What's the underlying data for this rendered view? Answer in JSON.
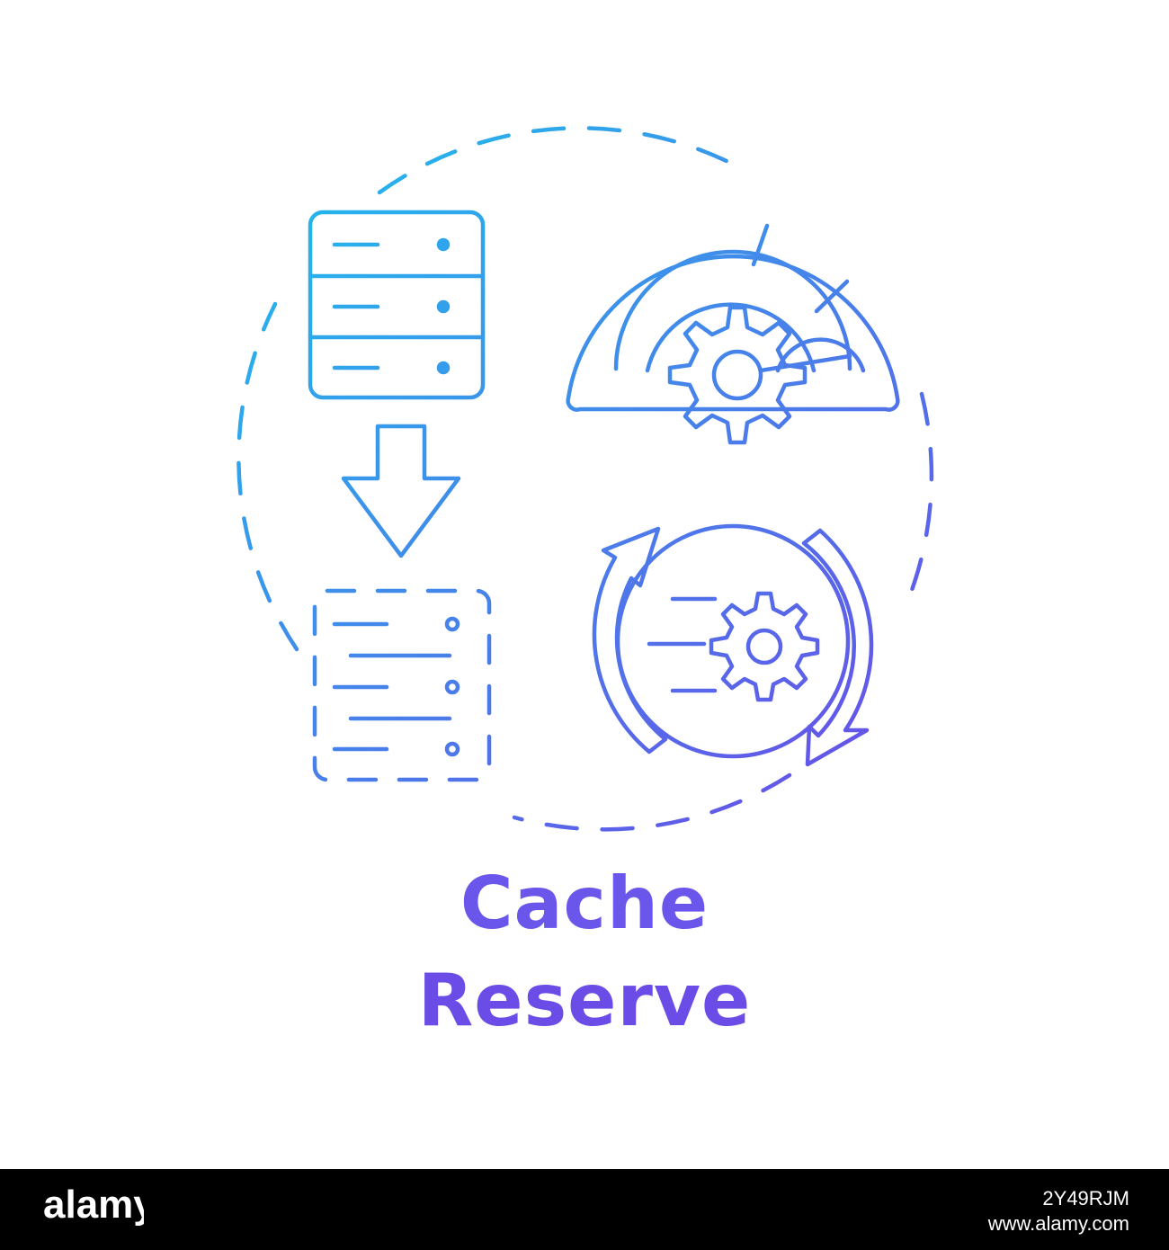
{
  "caption": {
    "line1": "Cache",
    "line2": "Reserve"
  },
  "colors": {
    "gradient_start": "#1ec0ec",
    "gradient_end": "#6a4ce8",
    "caption": "#6a56ea",
    "footer_background": "#000000",
    "footer_text": "#ffffff"
  },
  "icons": [
    "server-stack-icon",
    "down-arrow-icon",
    "dashed-server-stack-icon",
    "speedometer-gear-icon",
    "rotating-arrows-gear-icon",
    "dashed-circle-frame"
  ],
  "footer": {
    "logo_text": "alamy",
    "image_id": "2Y49RJM",
    "url": "www.alamy.com"
  }
}
